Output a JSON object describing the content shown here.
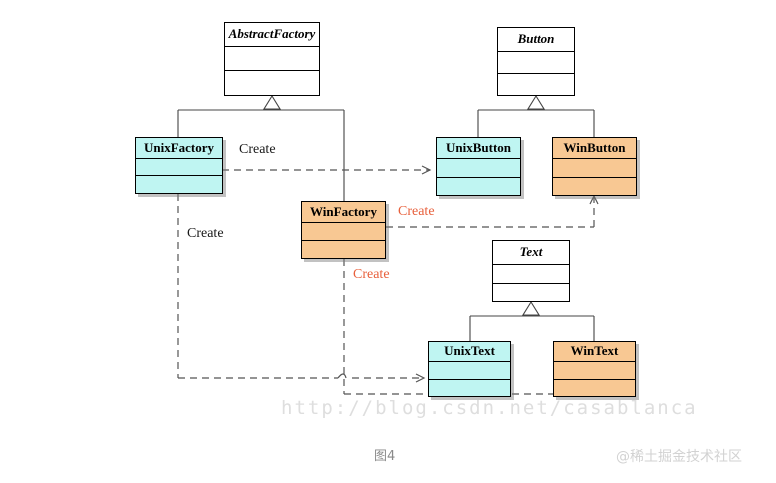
{
  "diagram": {
    "title": "Abstract Factory UML class diagram",
    "caption": "图4",
    "colors": {
      "unix_fill": "#bff5f2",
      "win_fill": "#f8c893",
      "abstract_fill": "#ffffff",
      "stroke": "#000000",
      "create_label_black": "#1a1a1a",
      "create_label_red": "#e8603c"
    },
    "classes": [
      {
        "id": "abstract-factory",
        "name": "AbstractFactory",
        "stereotype": "abstract",
        "fill": "#ffffff"
      },
      {
        "id": "unix-factory",
        "name": "UnixFactory",
        "stereotype": "concrete",
        "fill": "#bff5f2"
      },
      {
        "id": "win-factory",
        "name": "WinFactory",
        "stereotype": "concrete",
        "fill": "#f8c893"
      },
      {
        "id": "button",
        "name": "Button",
        "stereotype": "abstract",
        "fill": "#ffffff"
      },
      {
        "id": "unix-button",
        "name": "UnixButton",
        "stereotype": "concrete",
        "fill": "#bff5f2"
      },
      {
        "id": "win-button",
        "name": "WinButton",
        "stereotype": "concrete",
        "fill": "#f8c893"
      },
      {
        "id": "text",
        "name": "Text",
        "stereotype": "abstract",
        "fill": "#ffffff"
      },
      {
        "id": "unix-text",
        "name": "UnixText",
        "stereotype": "concrete",
        "fill": "#bff5f2"
      },
      {
        "id": "win-text",
        "name": "WinText",
        "stereotype": "concrete",
        "fill": "#f8c893"
      }
    ],
    "edge_labels": [
      {
        "id": "create-unix-button",
        "text": "Create",
        "color": "black"
      },
      {
        "id": "create-unix-text",
        "text": "Create",
        "color": "black"
      },
      {
        "id": "create-win-button",
        "text": "Create",
        "color": "red"
      },
      {
        "id": "create-win-text",
        "text": "Create",
        "color": "red"
      }
    ],
    "relationships": [
      {
        "type": "generalization",
        "from": "UnixFactory",
        "to": "AbstractFactory"
      },
      {
        "type": "generalization",
        "from": "WinFactory",
        "to": "AbstractFactory"
      },
      {
        "type": "generalization",
        "from": "UnixButton",
        "to": "Button"
      },
      {
        "type": "generalization",
        "from": "WinButton",
        "to": "Button"
      },
      {
        "type": "generalization",
        "from": "UnixText",
        "to": "Text"
      },
      {
        "type": "generalization",
        "from": "WinText",
        "to": "Text"
      },
      {
        "type": "dependency",
        "from": "UnixFactory",
        "to": "UnixButton",
        "label": "Create"
      },
      {
        "type": "dependency",
        "from": "UnixFactory",
        "to": "UnixText",
        "label": "Create"
      },
      {
        "type": "dependency",
        "from": "WinFactory",
        "to": "WinButton",
        "label": "Create"
      },
      {
        "type": "dependency",
        "from": "WinFactory",
        "to": "WinText",
        "label": "Create"
      }
    ]
  },
  "watermarks": {
    "url": "http://blog.csdn.net/casablanca",
    "brand": "@稀土掘金技术社区"
  }
}
